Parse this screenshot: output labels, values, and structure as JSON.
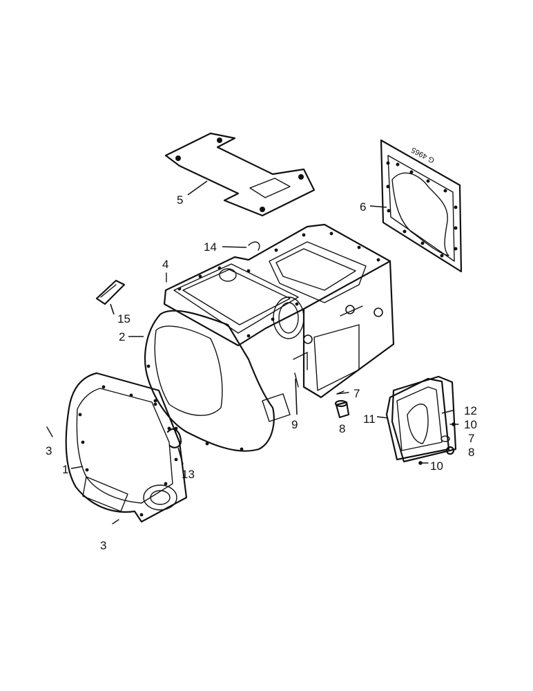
{
  "drawing_code": "G 4965",
  "callouts": {
    "c1": "1",
    "c2": "2",
    "c3a": "3",
    "c3b": "3",
    "c4": "4",
    "c5": "5",
    "c6": "6",
    "c7a": "7",
    "c7b": "7",
    "c8a": "8",
    "c8b": "8",
    "c9": "9",
    "c10a": "10",
    "c10b": "10",
    "c11": "11",
    "c12": "12",
    "c13": "13",
    "c14": "14",
    "c15": "15"
  },
  "colors": {
    "ink": "#111111",
    "paper": "#ffffff"
  }
}
